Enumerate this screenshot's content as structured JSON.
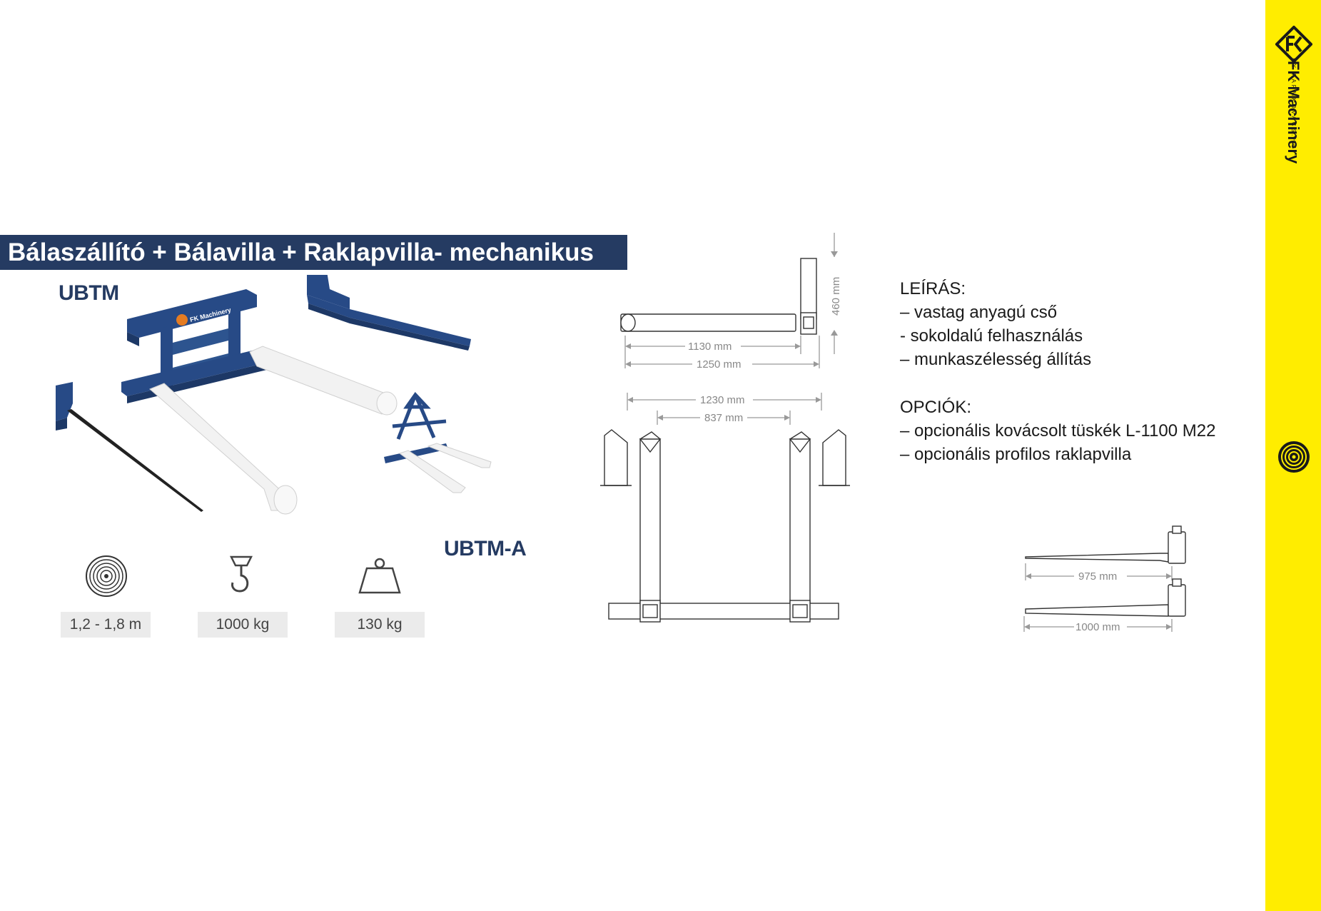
{
  "brand": {
    "name": "FK Machinery",
    "tagline": "BY FARMKOVACS.HU"
  },
  "title": "Bálaszállító + Bálavilla + Raklapvilla-  mechanikus",
  "models": {
    "main": "UBTM",
    "alt": "UBTM-A"
  },
  "product_image_text": "FK Machinery",
  "specs": [
    {
      "icon": "bale-icon",
      "value": "1,2 - 1,8 m"
    },
    {
      "icon": "hook-icon",
      "value": "1000 kg"
    },
    {
      "icon": "weight-icon",
      "value": "130 kg"
    }
  ],
  "dimensions": {
    "height_460": "460 mm",
    "len_1130": "1130 mm",
    "len_1250": "1250 mm",
    "width_1230": "1230 mm",
    "width_837": "837 mm",
    "spike_975": "975 mm",
    "fork_1000": "1000 mm"
  },
  "description": {
    "heading": "LEÍRÁS:",
    "items": [
      "– vastag anyagú cső",
      "- sokoldalú felhasználás",
      "– munkaszélesség állítás"
    ]
  },
  "options": {
    "heading": "OPCIÓK:",
    "items": [
      "– opcionális kovácsolt tüskék L-1100 M22",
      "– opcionális profilos raklapvilla"
    ]
  },
  "colors": {
    "banner": "#253b62",
    "brand_bar": "#ffed00",
    "steel_blue": "#274a86",
    "fork_white": "#f3f3f3"
  }
}
